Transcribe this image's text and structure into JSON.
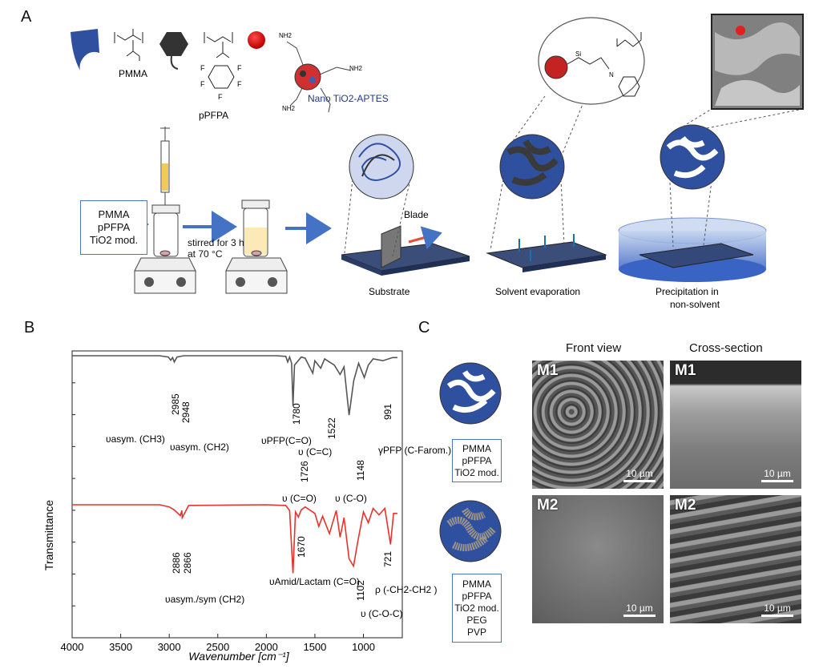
{
  "panels": {
    "a": "A",
    "b": "B",
    "c": "C"
  },
  "panel_a": {
    "chem_labels": {
      "pmma": "PMMA",
      "ppfpa": "pPFPA",
      "tio2": "Nano TiO2-APTES",
      "nh2": "NH2"
    },
    "input_box": [
      "PMMA",
      "pPFPA",
      "TiO2 mod."
    ],
    "stir_text": [
      "stirred for 3 h",
      "at 70 °C"
    ],
    "blade": "Blade",
    "steps": [
      "Substrate",
      "Solvent evaporation",
      "Precipitation in non-solvent"
    ]
  },
  "panel_c": {
    "col_headers": [
      "Front view",
      "Cross-section"
    ],
    "row_tags": [
      "M1",
      "M2"
    ],
    "scale": "10 µm",
    "m1_box": [
      "PMMA",
      "pPFPA",
      "TiO2 mod."
    ],
    "m2_box": [
      "PMMA",
      "pPFPA",
      "TiO2 mod.",
      "PEG",
      "PVP"
    ]
  },
  "chart_data": {
    "type": "line",
    "xlabel": "Wavenumber [cm⁻¹]",
    "ylabel": "Transmittance",
    "xlim": [
      4000,
      600
    ],
    "x_ticks": [
      4000,
      3500,
      3000,
      2500,
      2000,
      1500,
      1000
    ],
    "series": [
      {
        "color": "#555555",
        "x": [
          4000,
          3100,
          3010,
          2985,
          2965,
          2948,
          2920,
          2850,
          1900,
          1800,
          1780,
          1760,
          1740,
          1726,
          1710,
          1640,
          1600,
          1522,
          1500,
          1440,
          1400,
          1300,
          1240,
          1200,
          1148,
          1100,
          1050,
          991,
          950,
          900,
          800,
          700,
          650
        ],
        "y": [
          100,
          100,
          98,
          93,
          97,
          90,
          98,
          100,
          100,
          99,
          90,
          98,
          88,
          20,
          85,
          98,
          96,
          72,
          92,
          80,
          95,
          85,
          70,
          82,
          5,
          60,
          88,
          65,
          85,
          95,
          92,
          97,
          97
        ]
      },
      {
        "color": "#e8322c",
        "x": [
          4000,
          3100,
          3000,
          2950,
          2886,
          2870,
          2866,
          2800,
          2000,
          1800,
          1760,
          1726,
          1700,
          1670,
          1640,
          1600,
          1500,
          1460,
          1420,
          1350,
          1280,
          1240,
          1200,
          1148,
          1102,
          1060,
          1000,
          950,
          900,
          840,
          780,
          721,
          690,
          650
        ],
        "y": [
          100,
          100,
          97,
          93,
          85,
          92,
          82,
          99,
          100,
          99,
          92,
          5,
          90,
          83,
          93,
          97,
          88,
          70,
          84,
          60,
          92,
          55,
          82,
          25,
          15,
          48,
          90,
          75,
          95,
          86,
          95,
          45,
          88,
          88
        ]
      }
    ],
    "annotations_top": [
      "2985",
      "2948",
      "1780",
      "1726",
      "1522",
      "1148",
      "991"
    ],
    "annotations_top_modes": [
      "υasym. (CH3)",
      "υasym. (CH2)",
      "υPFP(C=O)",
      "υ (C=O)",
      "υ (C=C)",
      "υ (C-O)",
      "γPFP (C-Farom.)"
    ],
    "annotations_bottom": [
      "2886",
      "2866",
      "1670",
      "1102",
      "721"
    ],
    "annotations_bottom_modes": [
      "υasym./sym (CH2)",
      "υAmid/Lactam (C=O)",
      "υ (C-O-C)",
      "ρ (-CH2-CH2 )"
    ]
  }
}
